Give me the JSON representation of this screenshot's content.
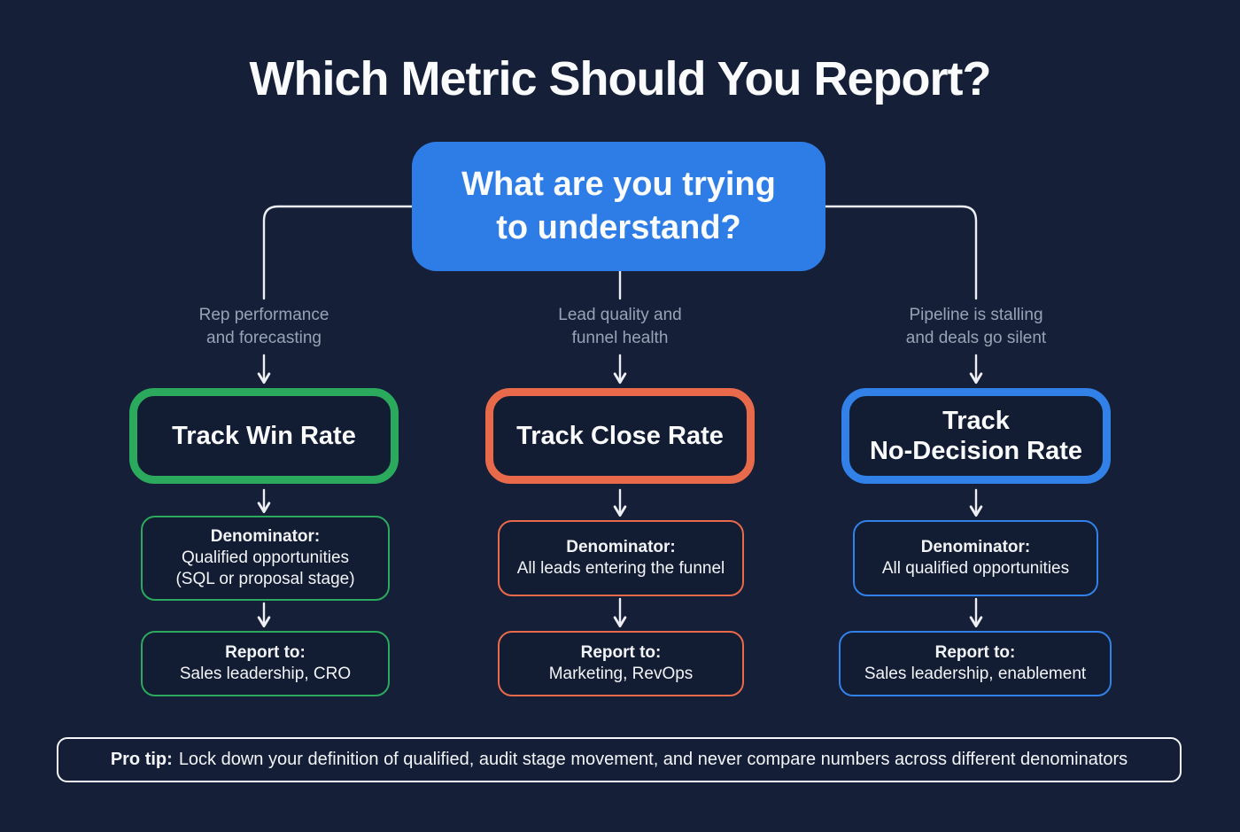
{
  "title": "Which Metric Should You Report?",
  "root_question": "What are you trying\nto understand?",
  "colors": {
    "background": "#161F38",
    "box_fill": "#121C33",
    "root_blue": "#2E7CE6",
    "green": "#2BA95C",
    "orange": "#E96A4A",
    "blue": "#3181E8",
    "condition_gray": "#98A2B5",
    "connector_line": "#EDEFF4",
    "white": "#FAFBFD"
  },
  "branches": [
    {
      "condition": "Rep performance\nand forecasting",
      "metric": "Track Win Rate",
      "color": "#2BA95C",
      "denominator_label": "Denominator:",
      "denominator": "Qualified opportunities\n(SQL or proposal stage)",
      "report_label": "Report to:",
      "report": "Sales leadership, CRO"
    },
    {
      "condition": "Lead quality and\nfunnel health",
      "metric": "Track Close Rate",
      "color": "#E96A4A",
      "denominator_label": "Denominator:",
      "denominator": "All leads entering the funnel",
      "report_label": "Report to:",
      "report": "Marketing, RevOps"
    },
    {
      "condition": "Pipeline is stalling\nand deals go silent",
      "metric": "Track\nNo-Decision Rate",
      "color": "#3181E8",
      "denominator_label": "Denominator:",
      "denominator": "All qualified opportunities",
      "report_label": "Report to:",
      "report": "Sales leadership, enablement"
    }
  ],
  "pro_tip": {
    "label": "Pro tip:",
    "text": "Lock down your definition of qualified, audit stage movement, and never compare numbers across different denominators"
  }
}
